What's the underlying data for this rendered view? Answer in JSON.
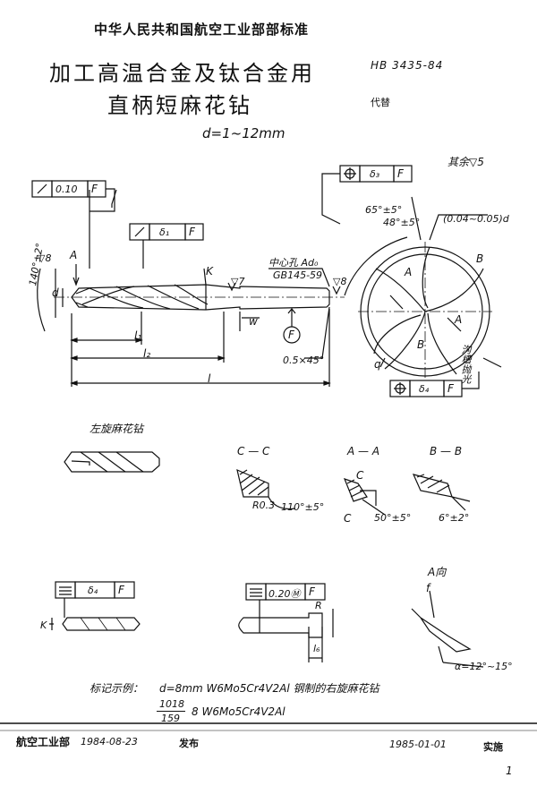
{
  "header": {
    "org": "中华人民共和国航空工业部部标准",
    "title_line1": "加工高温合金及钛合金用",
    "title_line2": "直柄短麻花钻",
    "std_no": "HB 3435-84",
    "replace": "代替",
    "range": "d=1~12mm"
  },
  "drawing": {
    "surface_rest": "其余▽5",
    "tol_01": "0.10",
    "datum_f": "F",
    "delta1": "δ₁",
    "delta3": "δ₃",
    "delta4": "δ₄",
    "delta4b": "δ₄",
    "center_hole": "中心孔 Ad₀",
    "gb": "GB145-59",
    "angle_1": "65°±5°",
    "angle_2": "48°±5°",
    "taper": "(0.04~0.05)d",
    "chamfer": "0.5×45°",
    "l1": "l₁",
    "l2": "l₂",
    "l": "l",
    "w": "w",
    "d": "d",
    "q": "q",
    "rough1": "▽8",
    "rough2": "▽7",
    "rough3": "▽8",
    "a140": "140°±2°",
    "left_drill": "左旋麻花钻",
    "sec_cc": "C — C",
    "sec_aa": "A — A",
    "sec_bb": "B — B",
    "r03": "R0.3",
    "ang110": "110°±5°",
    "ang50": "50°±5°",
    "ang6": "6°±2°",
    "groove": "沟槽抛光",
    "a_view": "A向",
    "alpha": "α=12°~15°",
    "tol_020": "0.20Ⓜ",
    "k": "K",
    "l6": "l₆",
    "f": "f",
    "r_label": "R",
    "lbl_a": "A",
    "lbl_b": "B",
    "lbl_c": "C",
    "lbl_k": "K"
  },
  "example": {
    "label": "标记示例：",
    "line1": "d=8mm  W6Mo5Cr4V2Al 钢制的右旋麻花钻",
    "code_top": "1018",
    "code_bot": "159",
    "line2": "8  W6Mo5Cr4V2Al"
  },
  "footer": {
    "issuer": "航空工业部",
    "issue_date": "1984-08-23",
    "issued": "发布",
    "impl_date": "1985-01-01",
    "impl": "实施",
    "page": "1"
  }
}
